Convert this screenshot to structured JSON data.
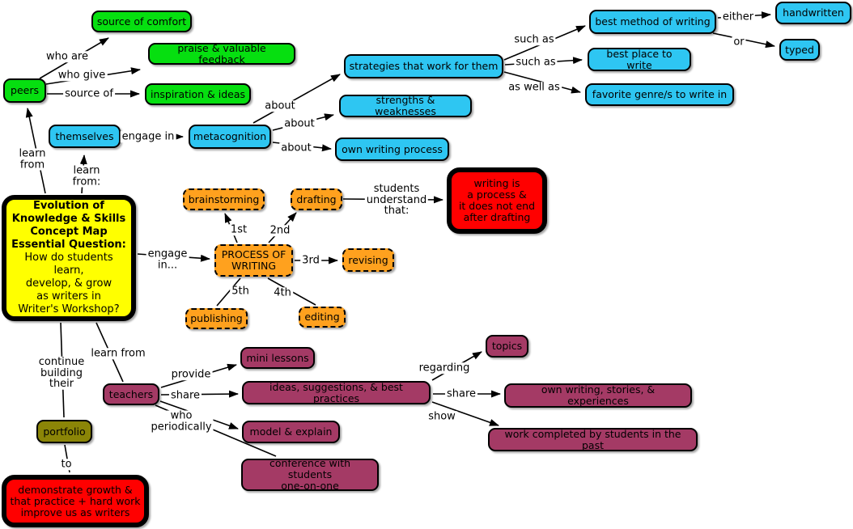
{
  "title": "Evolution of Knowledge & Skills Concept Map",
  "colors": {
    "green": "#06DF10",
    "blue": "#2EC6F2",
    "yellow": "#FFFF00",
    "orange": "#FFA11E",
    "red": "#FF0000",
    "purple": "#A43A65",
    "olive": "#8B8507",
    "line": "#000000",
    "background": "#FFFFFF"
  },
  "main": {
    "title": "Evolution of\nKnowledge & Skills\nConcept Map",
    "question_label": "Essential Question:",
    "question": "How do students learn,\ndevelop, & grow\nas writers in\nWriter's Workshop?"
  },
  "nodes": {
    "source_of_comfort": "source of comfort",
    "praise_feedback": "praise & valuable feedback",
    "inspiration_ideas": "inspiration & ideas",
    "peers": "peers",
    "themselves": "themselves",
    "metacognition": "metacognition",
    "strategies": "strategies that work for them",
    "strengths_weaknesses": "strengths & weaknesses",
    "own_writing_process": "own writing process",
    "best_method": "best method of writing",
    "best_place": "best place to write",
    "favorite_genres": "favorite genre/s to write in",
    "handwritten": "handwritten",
    "typed": "typed",
    "brainstorming": "brainstorming",
    "drafting": "drafting",
    "process_of_writing": "PROCESS OF\nWRITING",
    "revising": "revising",
    "editing": "editing",
    "publishing": "publishing",
    "writing_is_process": "writing is\na process &\nit does not end\nafter drafting",
    "mini_lessons": "mini lessons",
    "teachers": "teachers",
    "ideas_suggestions": "ideas, suggestions, & best practices",
    "model_explain": "model & explain",
    "conference": "conference with students\none-on-one",
    "topics": "topics",
    "own_stories": "own writing, stories, & experiences",
    "work_completed": "work completed by students in the past",
    "portfolio": "portfolio",
    "demonstrate_growth": "demonstrate growth &\nthat practice + hard work\nimprove us as writers"
  },
  "labels": {
    "who_are": "who are",
    "who_give": "who give",
    "source_of": "source of",
    "learn_from_peers": "learn\nfrom",
    "learn_from_themselves": "learn\nfrom:",
    "engage_in": "engage in",
    "about_1": "about",
    "about_2": "about",
    "about_3": "about",
    "such_as_1": "such as",
    "such_as_2": "such as",
    "as_well_as": "as well as",
    "either": "either",
    "or": "or",
    "engage_in_process": "engage\nin...",
    "students_understand": "students\nunderstand\nthat:",
    "first": "1st",
    "second": "2nd",
    "third": "3rd",
    "fourth": "4th",
    "fifth": "5th",
    "continue_building": "continue\nbuilding\ntheir",
    "learn_from_teachers": "learn from",
    "provide": "provide",
    "share_teachers": "share",
    "who_periodically": "who\nperiodically",
    "regarding": "regarding",
    "share_ideas": "share",
    "show": "show",
    "to": "to"
  }
}
